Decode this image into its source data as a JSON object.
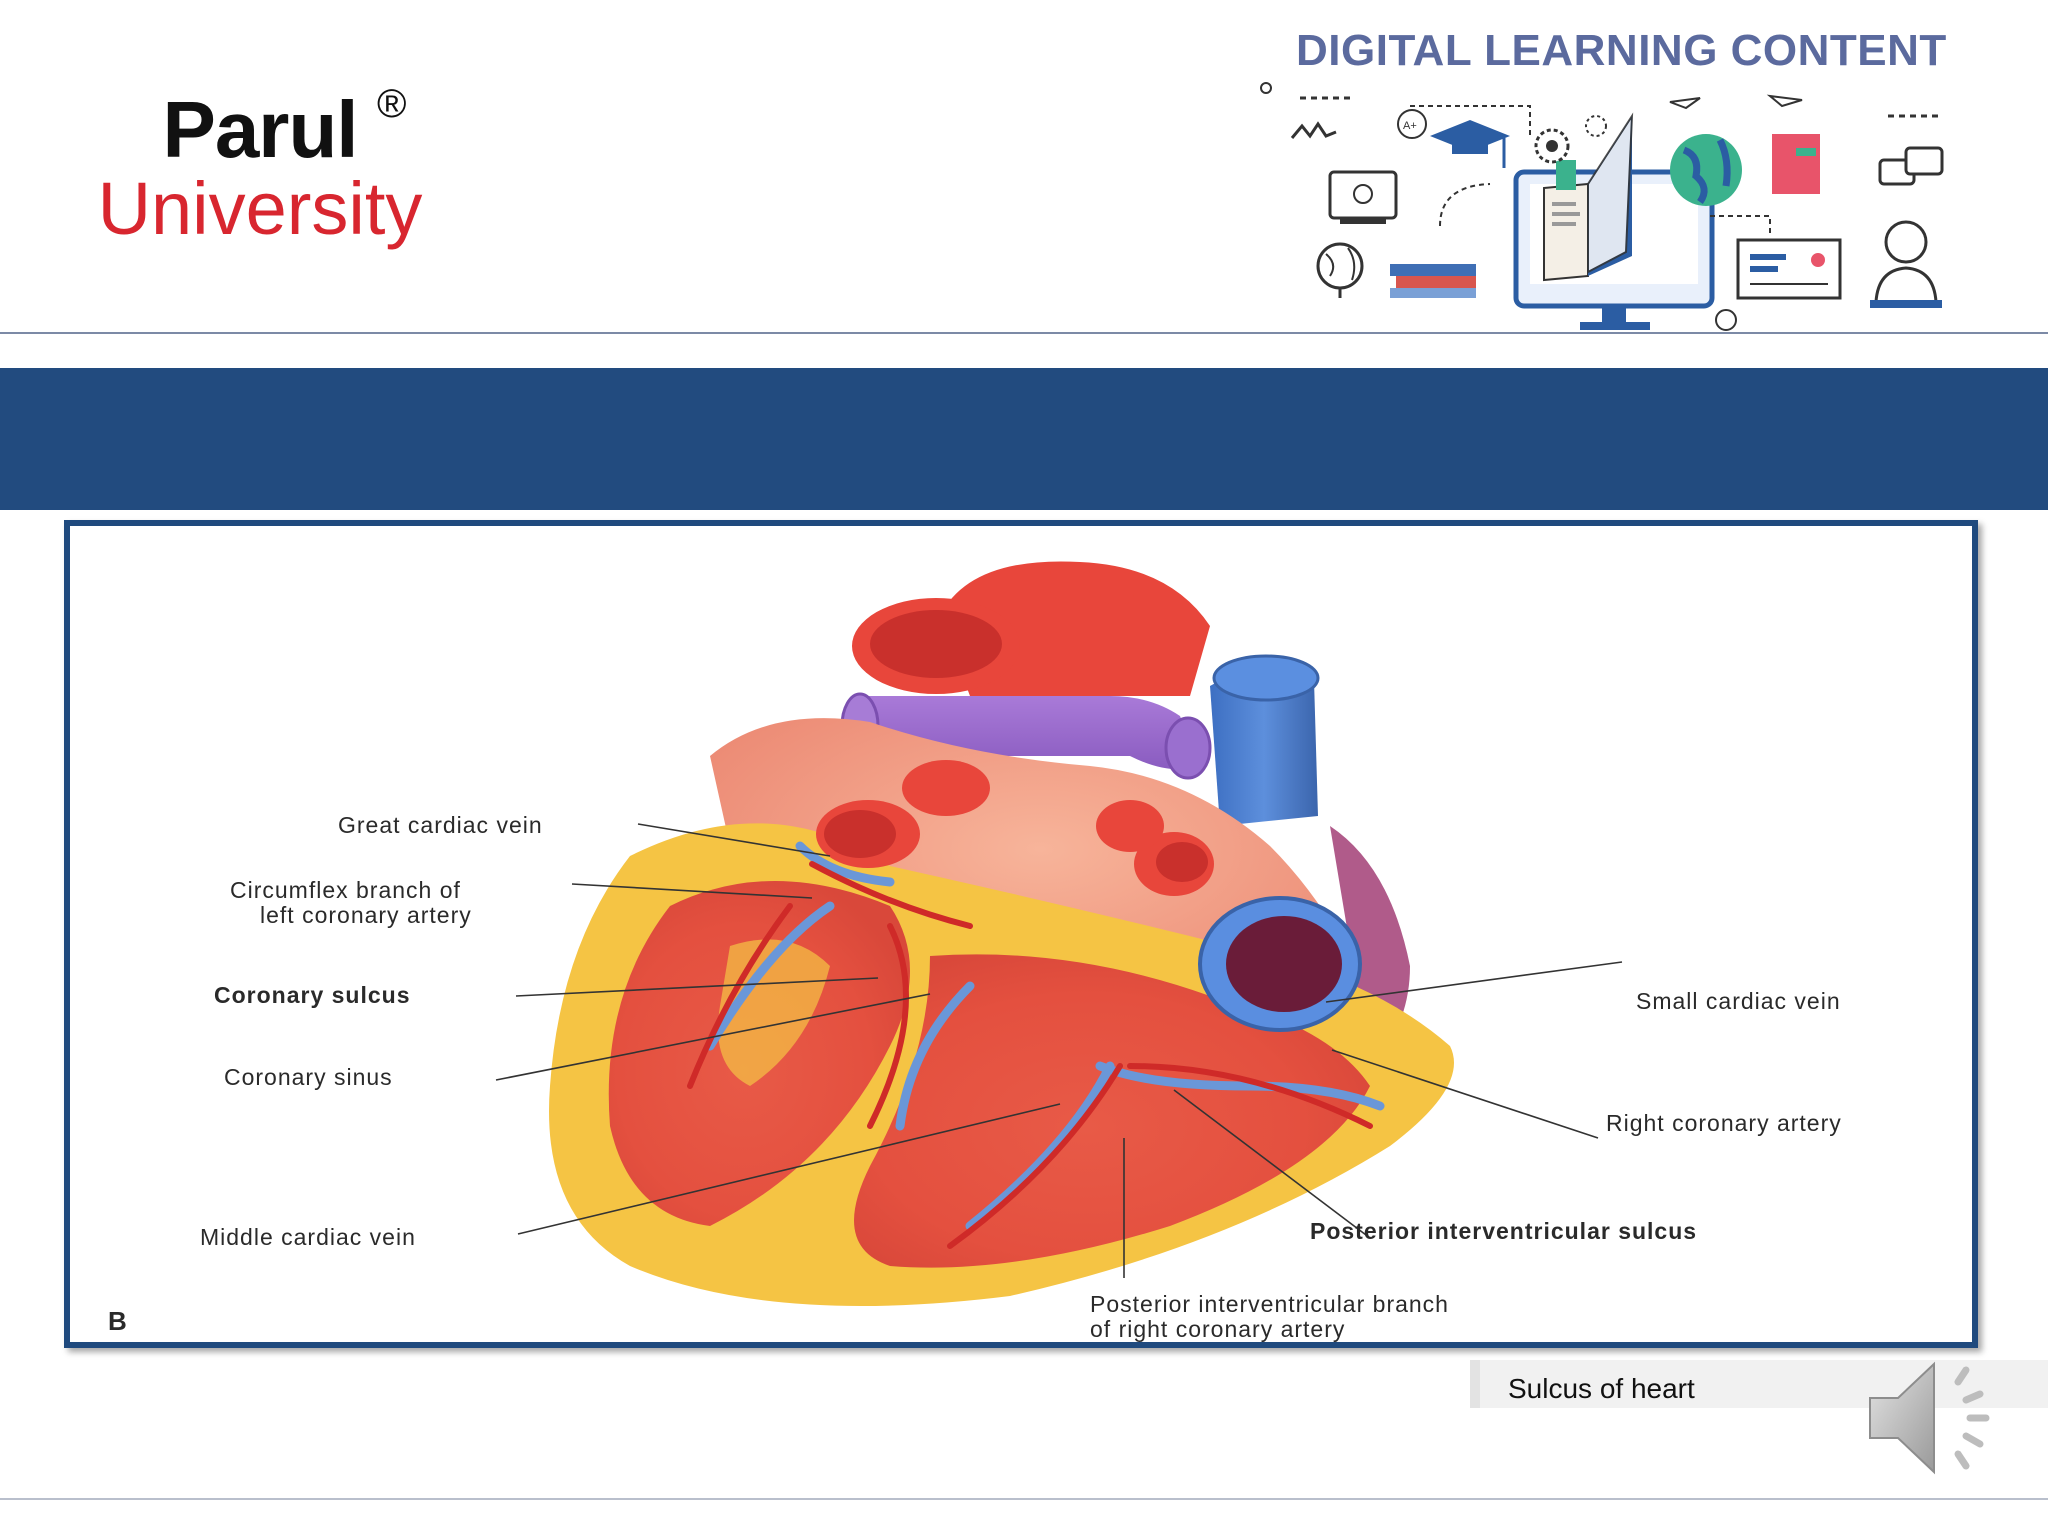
{
  "header": {
    "logo_line1": "Parul",
    "logo_registered": "®",
    "logo_line2": "University",
    "dlc_title": "DIGITAL LEARNING CONTENT",
    "dlc_badge": "A+"
  },
  "title_band": {
    "text": ""
  },
  "figure": {
    "panel_letter": "B",
    "labels": {
      "great_cardiac_vein": "Great cardiac vein",
      "circumflex_line1": "Circumflex branch of",
      "circumflex_line2": "left coronary artery",
      "coronary_sulcus": "Coronary sulcus",
      "coronary_sinus": "Coronary sinus",
      "middle_cardiac_vein": "Middle cardiac vein",
      "small_cardiac_vein": "Small cardiac vein",
      "right_coronary_artery": "Right coronary artery",
      "posterior_interventricular_sulcus": "Posterior interventricular sulcus",
      "pib_line1": "Posterior interventricular branch",
      "pib_line2": "of right coronary artery"
    }
  },
  "caption": {
    "text": "Sulcus of heart"
  },
  "colors": {
    "brand_red": "#d8262f",
    "title_band": "#224b7f",
    "frame_border": "#1f4a7e",
    "dlc_title": "#5b6a9e"
  },
  "icons": [
    "speaker-icon",
    "graduation-cap-icon",
    "monitor-icon",
    "globe-icon",
    "books-icon",
    "gear-icon",
    "chat-icon",
    "user-avatar-icon",
    "certificate-icon"
  ]
}
